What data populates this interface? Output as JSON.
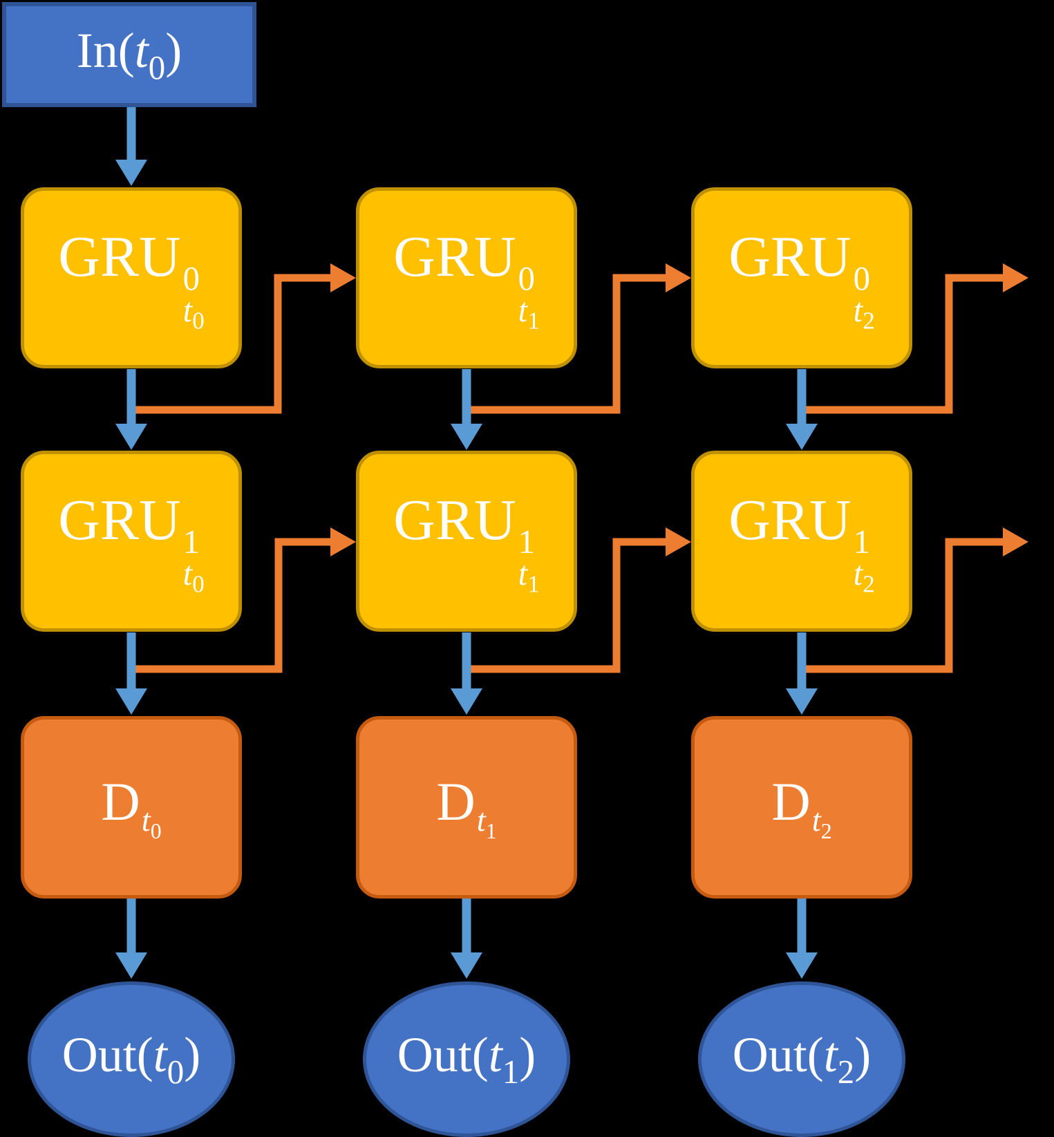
{
  "colors": {
    "background": "#000000",
    "gru_fill": "#FFC000",
    "gru_border": "#BF9000",
    "dense_fill": "#ED7D31",
    "dense_border": "#C55A11",
    "io_fill": "#4472C4",
    "io_border": "#2F5597",
    "arrow_blue": "#5B9BD5",
    "arrow_orange": "#ED7D31"
  },
  "nodes": {
    "input": {
      "prefix": "In(",
      "time": "t",
      "step": "0",
      "suffix": ")"
    },
    "gru": [
      {
        "base": "GRU",
        "layer": "0",
        "time": "t",
        "step": "0"
      },
      {
        "base": "GRU",
        "layer": "0",
        "time": "t",
        "step": "1"
      },
      {
        "base": "GRU",
        "layer": "0",
        "time": "t",
        "step": "2"
      },
      {
        "base": "GRU",
        "layer": "1",
        "time": "t",
        "step": "0"
      },
      {
        "base": "GRU",
        "layer": "1",
        "time": "t",
        "step": "1"
      },
      {
        "base": "GRU",
        "layer": "1",
        "time": "t",
        "step": "2"
      }
    ],
    "dense": [
      {
        "base": "D",
        "time": "t",
        "step": "0"
      },
      {
        "base": "D",
        "time": "t",
        "step": "1"
      },
      {
        "base": "D",
        "time": "t",
        "step": "2"
      }
    ],
    "output": [
      {
        "prefix": "Out(",
        "time": "t",
        "step": "0",
        "suffix": ")"
      },
      {
        "prefix": "Out(",
        "time": "t",
        "step": "1",
        "suffix": ")"
      },
      {
        "prefix": "Out(",
        "time": "t",
        "step": "2",
        "suffix": ")"
      }
    ]
  }
}
